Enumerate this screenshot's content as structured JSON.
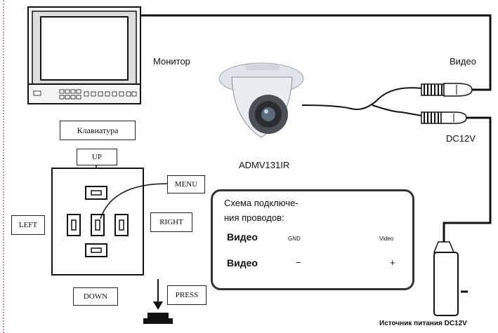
{
  "labels": {
    "monitor": "Монитор",
    "video": "Видео",
    "dc12v": "DC12V",
    "camera_model": "ADMV131IR",
    "keyboard": "Клавиатура",
    "up": "UP",
    "menu": "MENU",
    "left": "LEFT",
    "right": "RIGHT",
    "down": "DOWN",
    "press": "PRESS",
    "power_supply": "Источник питания DC12V"
  },
  "scheme": {
    "title": "Схема подключе-\nния проводов:",
    "row1_label": "Видео",
    "row1_gnd": "GND",
    "row1_video": "Video",
    "row2_label": "Видео",
    "minus": "−",
    "plus": "+"
  },
  "colors": {
    "line": "#222222",
    "scheme_border": "#333333",
    "dotted_edge": "#c9a0a0"
  }
}
